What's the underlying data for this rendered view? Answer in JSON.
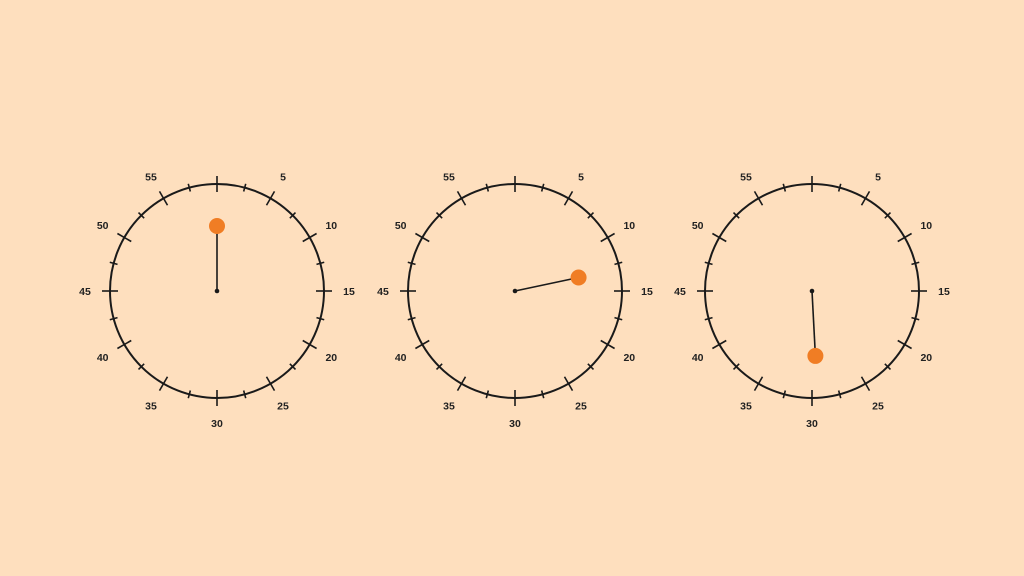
{
  "colors": {
    "background": "#FEDFBE",
    "dial_stroke": "#1a1a1a",
    "handle": "#F07D24"
  },
  "dial_labels": [
    "",
    "5",
    "10",
    "15",
    "20",
    "25",
    "30",
    "35",
    "40",
    "45",
    "50",
    "55"
  ],
  "dials": [
    {
      "id": "dial-1",
      "value": 0
    },
    {
      "id": "dial-2",
      "value": 13
    },
    {
      "id": "dial-3",
      "value": 29.5
    }
  ]
}
